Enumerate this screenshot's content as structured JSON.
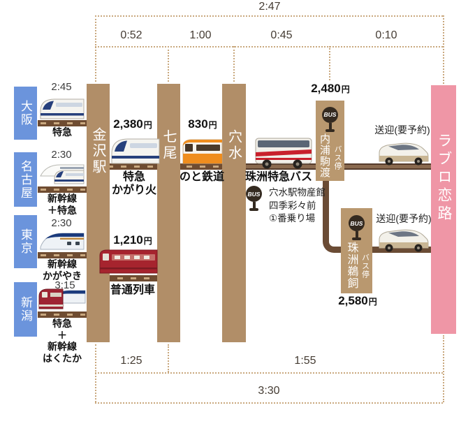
{
  "palette": {
    "bar_tan": "#b18e68",
    "bus_bar_tan": "#b9986f",
    "destination_pink": "#ef96a6",
    "city_blue": "#6b94dc",
    "dotted_line": "#c9a87e",
    "route_line_brown": "#6b4c35",
    "track_brown": "#6f4c31"
  },
  "durations_top": {
    "total": "2:47",
    "segments": [
      "0:52",
      "1:00",
      "0:45",
      "0:10"
    ]
  },
  "durations_bottom": {
    "total": "3:30",
    "segments": [
      "1:25",
      "1:55"
    ]
  },
  "origins": [
    {
      "city": "大阪",
      "time": "2:45",
      "method": "特急"
    },
    {
      "city": "名古屋",
      "time": "2:30",
      "method": "新幹線\n＋特急"
    },
    {
      "city": "東京",
      "time": "2:30",
      "method": "新幹線\nかがやき"
    },
    {
      "city": "新潟",
      "time": "3:15",
      "method": "特急\n＋\n新幹線\nはくたか"
    }
  ],
  "stations": {
    "kanazawa": "金沢駅",
    "nanao": "七尾",
    "anamizu": "穴水",
    "uchiura": {
      "name": "内浦駒渡",
      "type": "バス停",
      "fare": "2,480",
      "fare_unit": "円"
    },
    "suzu": {
      "name": "珠洲鵜飼",
      "type": "バス停",
      "fare": "2,580",
      "fare_unit": "円"
    },
    "destination": "ラブロ恋路"
  },
  "legs": {
    "kagaribi": {
      "fare": "2,380",
      "fare_unit": "円",
      "label": "特急\nかがり火"
    },
    "local": {
      "fare": "1,210",
      "fare_unit": "円",
      "label": "普通列車"
    },
    "noto": {
      "fare": "830",
      "fare_unit": "円",
      "label": "のと鉄道"
    },
    "express_bus": {
      "label": "珠洲特急バス",
      "boarding": "穴水駅物産館\n四季彩々前\n①番乗り場"
    },
    "shuttle_upper": {
      "label": "送迎(要予約)"
    },
    "shuttle_lower": {
      "label": "送迎(要予約)"
    }
  },
  "bus_stop_icon_text": "BUS"
}
